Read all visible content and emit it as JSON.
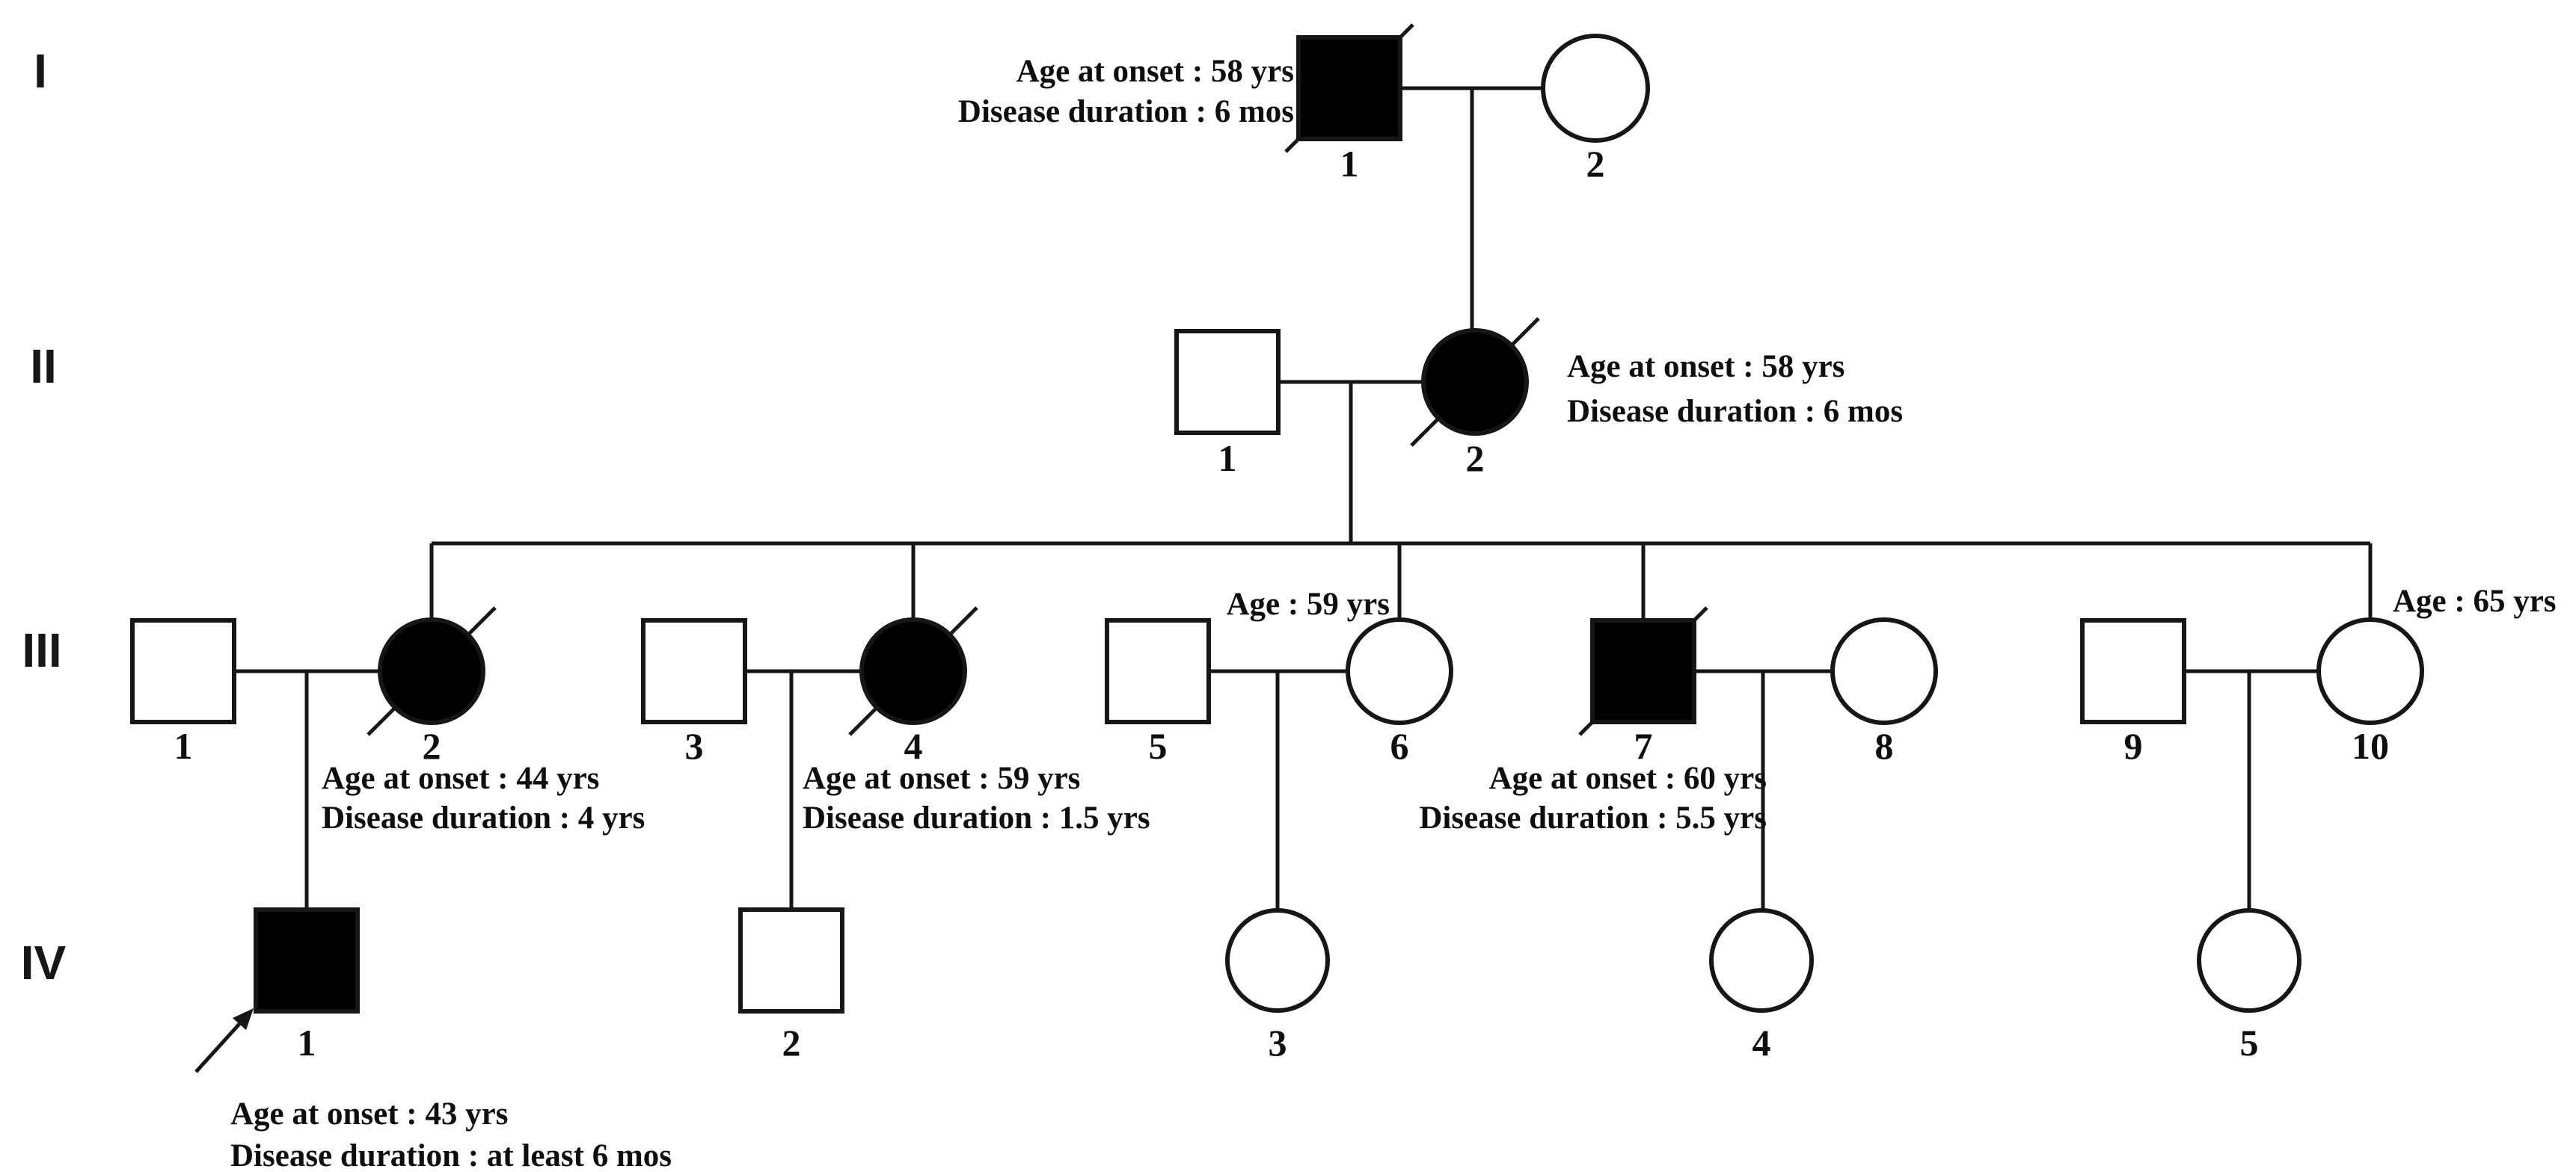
{
  "figure": {
    "type": "pedigree",
    "background_color": "#ffffff",
    "line_color": "#161616",
    "affected_fill": "#000000",
    "unaffected_fill": "#ffffff"
  },
  "generations": {
    "g1": "I",
    "g2": "II",
    "g3": "III",
    "g4": "IV"
  },
  "individuals": {
    "I_1": {
      "number": "1",
      "sex": "male",
      "affected": true,
      "deceased": true,
      "annotation": {
        "line1": "Age at onset : 58 yrs",
        "line2": "Disease duration : 6 mos"
      }
    },
    "I_2": {
      "number": "2",
      "sex": "female",
      "affected": false
    },
    "II_1": {
      "number": "1",
      "sex": "male",
      "affected": false
    },
    "II_2": {
      "number": "2",
      "sex": "female",
      "affected": true,
      "deceased": true,
      "annotation": {
        "line1": "Age at onset : 58 yrs",
        "line2": "Disease duration : 6 mos"
      }
    },
    "III_1": {
      "number": "1",
      "sex": "male",
      "affected": false
    },
    "III_2": {
      "number": "2",
      "sex": "female",
      "affected": true,
      "deceased": true,
      "annotation": {
        "line1": "Age at onset : 44 yrs",
        "line2": "Disease duration : 4 yrs"
      }
    },
    "III_3": {
      "number": "3",
      "sex": "male",
      "affected": false
    },
    "III_4": {
      "number": "4",
      "sex": "female",
      "affected": true,
      "deceased": true,
      "annotation": {
        "line1": "Age at onset : 59 yrs",
        "line2": "Disease duration : 1.5 yrs"
      }
    },
    "III_5": {
      "number": "5",
      "sex": "male",
      "affected": false
    },
    "III_6": {
      "number": "6",
      "sex": "female",
      "affected": false,
      "annotation": {
        "line1": "Age : 59 yrs"
      }
    },
    "III_7": {
      "number": "7",
      "sex": "male",
      "affected": true,
      "deceased": true,
      "annotation": {
        "line1": "Age at onset : 60 yrs",
        "line2": "Disease duration : 5.5 yrs"
      }
    },
    "III_8": {
      "number": "8",
      "sex": "female",
      "affected": false
    },
    "III_9": {
      "number": "9",
      "sex": "male",
      "affected": false
    },
    "III_10": {
      "number": "10",
      "sex": "female",
      "affected": false,
      "annotation": {
        "line1": "Age : 65 yrs"
      }
    },
    "IV_1": {
      "number": "1",
      "sex": "male",
      "affected": true,
      "proband": true,
      "annotation": {
        "line1": "Age at onset : 43 yrs",
        "line2": "Disease duration : at least 6 mos"
      }
    },
    "IV_2": {
      "number": "2",
      "sex": "male",
      "affected": false
    },
    "IV_3": {
      "number": "3",
      "sex": "female",
      "affected": false
    },
    "IV_4": {
      "number": "4",
      "sex": "female",
      "affected": false
    },
    "IV_5": {
      "number": "5",
      "sex": "female",
      "affected": false
    }
  },
  "unions": [
    {
      "partners": [
        "I-1",
        "I-2"
      ],
      "children": [
        "II-2"
      ]
    },
    {
      "partners": [
        "II-1",
        "II-2"
      ],
      "children": [
        "III-2",
        "III-4",
        "III-6",
        "III-7",
        "III-10"
      ]
    },
    {
      "partners": [
        "III-1",
        "III-2"
      ],
      "children": [
        "IV-1"
      ]
    },
    {
      "partners": [
        "III-3",
        "III-4"
      ],
      "children": [
        "IV-2"
      ]
    },
    {
      "partners": [
        "III-5",
        "III-6"
      ],
      "children": [
        "IV-3"
      ]
    },
    {
      "partners": [
        "III-7",
        "III-8"
      ],
      "children": [
        "IV-4"
      ]
    },
    {
      "partners": [
        "III-9",
        "III-10"
      ],
      "children": [
        "IV-5"
      ]
    }
  ]
}
